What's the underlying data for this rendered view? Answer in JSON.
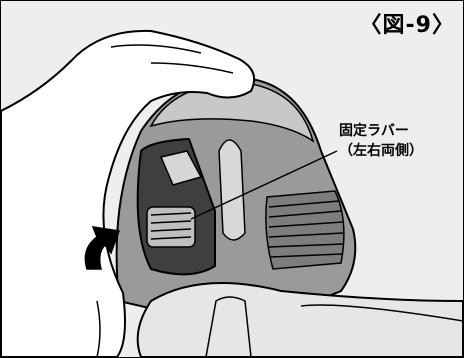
{
  "figure": {
    "number_label": "〈図-9〉"
  },
  "callout": {
    "line1": "固定ラバー",
    "line2": "（左右両側）"
  }
}
